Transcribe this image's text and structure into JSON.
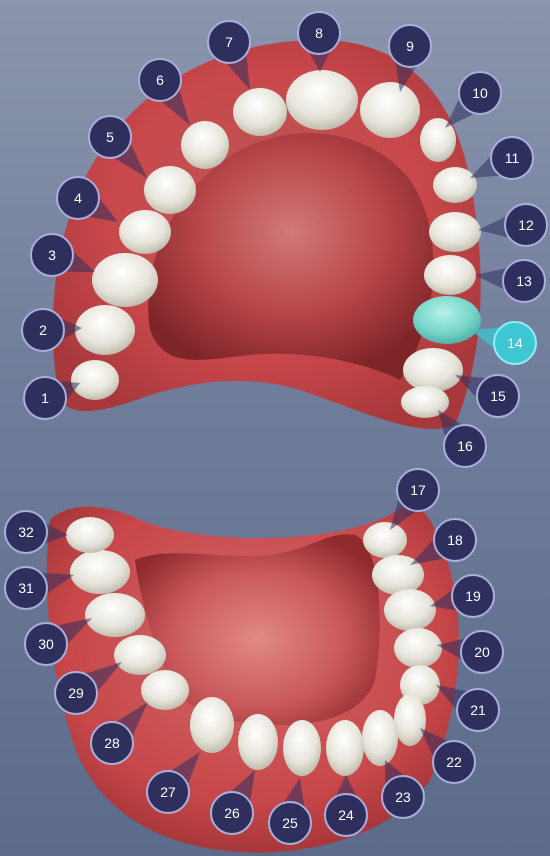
{
  "colors": {
    "background": "#76829f",
    "pin_fill": "#2f2f5e",
    "pin_stroke": "#a9b0dd",
    "pin_selected_fill": "#3ec6d2",
    "pin_selected_stroke": "#8ef0f6",
    "gum": "#c9484b",
    "palate": "#b84549",
    "tooth": "#eceae0",
    "tooth_selected": "#77d6c9"
  },
  "selected_tooth": "14",
  "teeth": [
    {
      "id": "1",
      "label": "1"
    },
    {
      "id": "2",
      "label": "2"
    },
    {
      "id": "3",
      "label": "3"
    },
    {
      "id": "4",
      "label": "4"
    },
    {
      "id": "5",
      "label": "5"
    },
    {
      "id": "6",
      "label": "6"
    },
    {
      "id": "7",
      "label": "7"
    },
    {
      "id": "8",
      "label": "8"
    },
    {
      "id": "9",
      "label": "9"
    },
    {
      "id": "10",
      "label": "10"
    },
    {
      "id": "11",
      "label": "11"
    },
    {
      "id": "12",
      "label": "12"
    },
    {
      "id": "13",
      "label": "13"
    },
    {
      "id": "14",
      "label": "14"
    },
    {
      "id": "15",
      "label": "15"
    },
    {
      "id": "16",
      "label": "16"
    },
    {
      "id": "17",
      "label": "17"
    },
    {
      "id": "18",
      "label": "18"
    },
    {
      "id": "19",
      "label": "19"
    },
    {
      "id": "20",
      "label": "20"
    },
    {
      "id": "21",
      "label": "21"
    },
    {
      "id": "22",
      "label": "22"
    },
    {
      "id": "23",
      "label": "23"
    },
    {
      "id": "24",
      "label": "24"
    },
    {
      "id": "25",
      "label": "25"
    },
    {
      "id": "26",
      "label": "26"
    },
    {
      "id": "27",
      "label": "27"
    },
    {
      "id": "28",
      "label": "28"
    },
    {
      "id": "29",
      "label": "29"
    },
    {
      "id": "30",
      "label": "30"
    },
    {
      "id": "31",
      "label": "31"
    },
    {
      "id": "32",
      "label": "32"
    }
  ]
}
